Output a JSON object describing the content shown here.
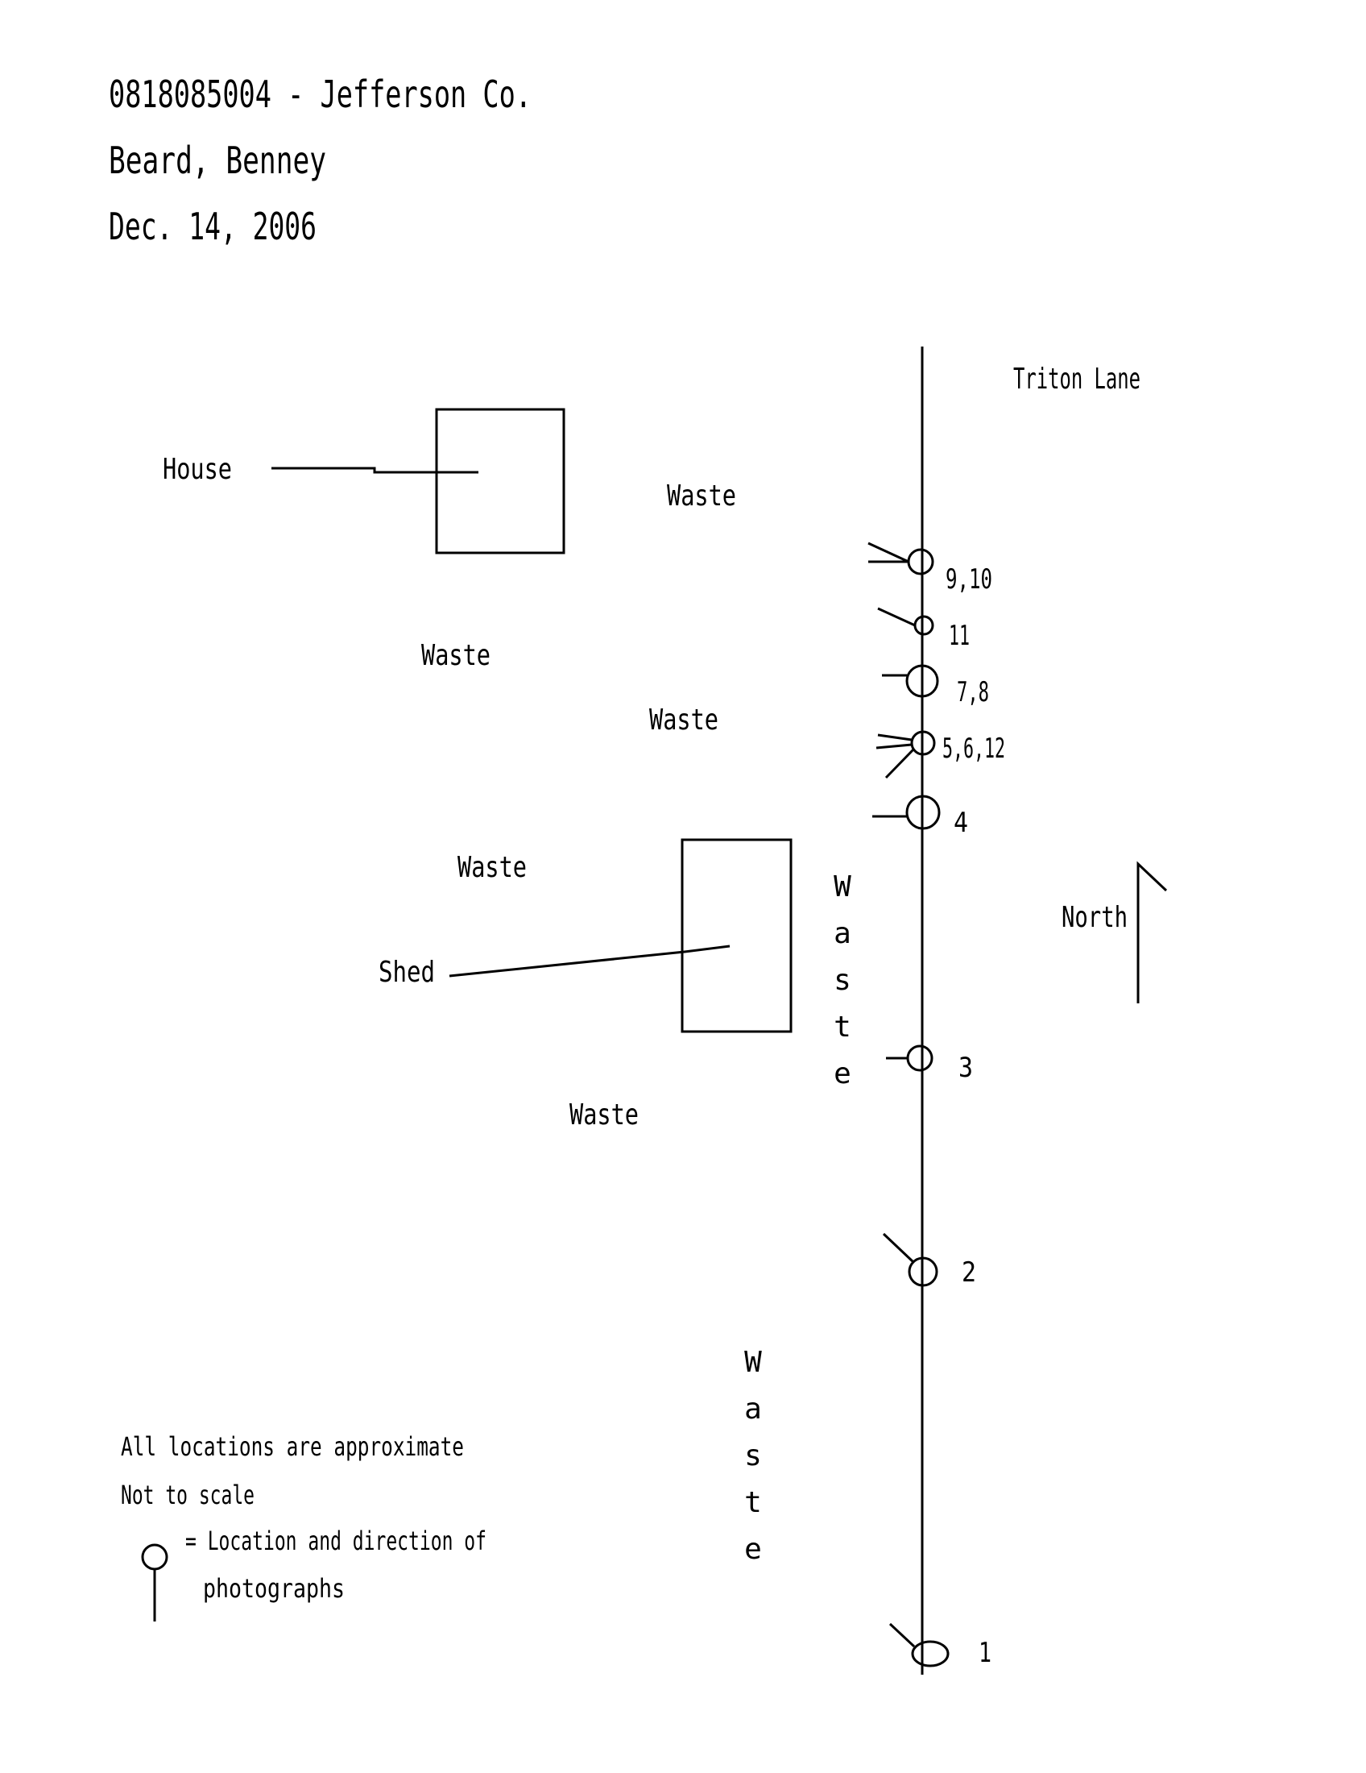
{
  "header": {
    "line1": "0818085004 - Jefferson Co.",
    "line2": "Beard, Benney",
    "line3": "Dec. 14, 2006"
  },
  "road_label": "Triton Lane",
  "structures": {
    "house": "House",
    "shed": "Shed"
  },
  "waste_labels": {
    "near_house": "Waste",
    "left_mid": "Waste",
    "center_mid": "Waste",
    "left_shed": "Waste",
    "below_shed": "Waste",
    "vertical": "Waste"
  },
  "north_label": "North",
  "photo_points": [
    {
      "label": "9,10"
    },
    {
      "label": "11"
    },
    {
      "label": "7,8"
    },
    {
      "label": "5,6,12"
    },
    {
      "label": "4"
    },
    {
      "label": "3"
    },
    {
      "label": "2"
    },
    {
      "label": "1"
    }
  ],
  "legend": {
    "line1": "All locations are approximate",
    "line2": "Not to scale",
    "line3": "= Location and direction of",
    "line4": "photographs"
  }
}
